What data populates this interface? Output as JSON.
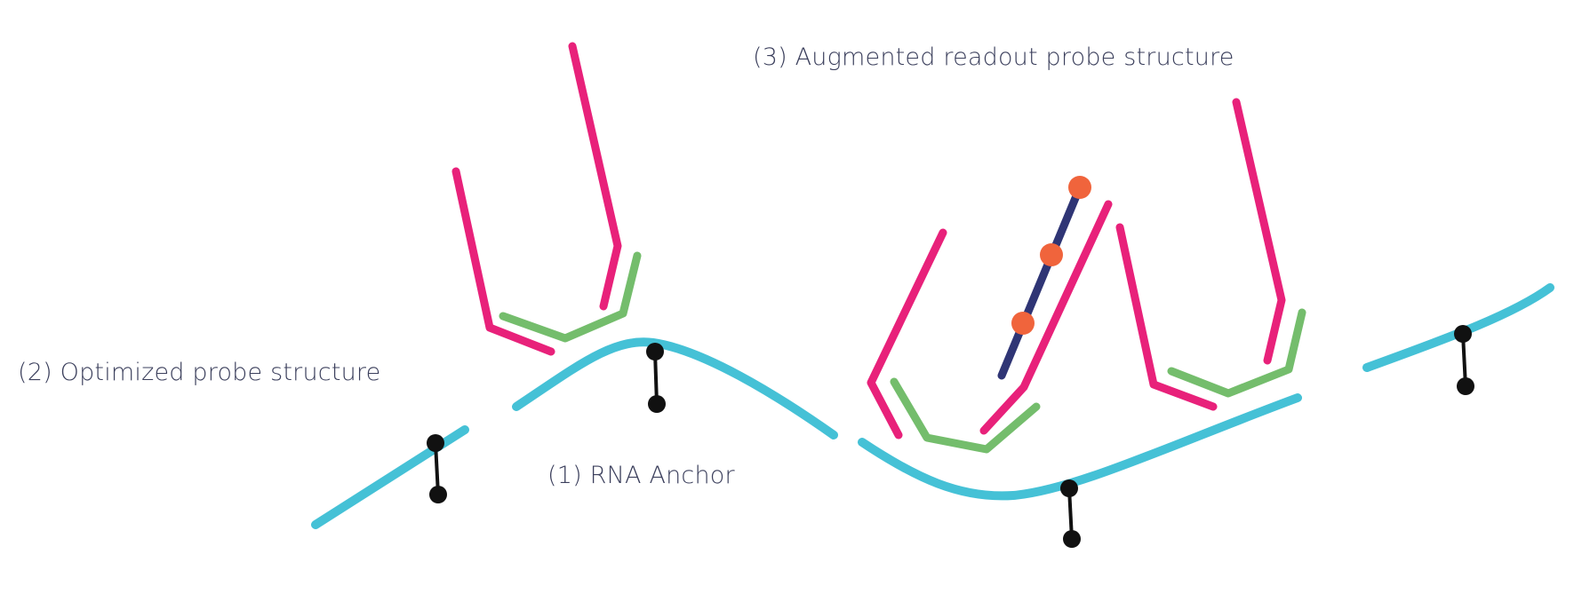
{
  "labels": {
    "rna_anchor": "(1) RNA Anchor",
    "optimized_probe": "(2) Optimized probe structure",
    "augmented_probe": "(3) Augmented readout probe structure"
  },
  "colors": {
    "rna_strand": "#45c1d6",
    "probe_pink": "#e8217a",
    "probe_green": "#74bd6c",
    "readout_navy": "#2f3575",
    "fluorophore": "#f0643c",
    "anchor_black": "#111111",
    "label_text": "#3b3f5c"
  }
}
